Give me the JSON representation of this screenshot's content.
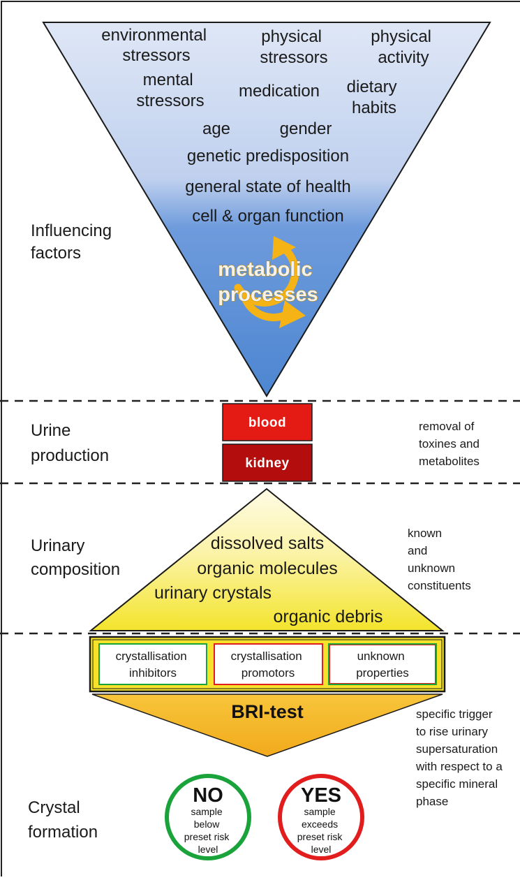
{
  "influencing_factors": {
    "label": [
      "Influencing",
      "factors"
    ],
    "factors": {
      "environmental_stressors": [
        "environmental",
        "stressors"
      ],
      "physical_stressors": [
        "physical",
        "stressors"
      ],
      "physical_activity": [
        "physical",
        "activity"
      ],
      "mental_stressors": [
        "mental",
        "stressors"
      ],
      "medication": "medication",
      "dietary_habits": [
        "dietary",
        "habits"
      ],
      "age": "age",
      "gender": "gender",
      "genetic_predisposition": "genetic predisposition",
      "general_state_of_health": "general state of health",
      "cell_organ_function": "cell & organ function"
    },
    "metabolic_processes": [
      "metabolic",
      "processes"
    ]
  },
  "urine_production": {
    "label": [
      "Urine",
      "production"
    ],
    "blood": "blood",
    "kidney": "kidney",
    "note": [
      "removal of",
      "toxines and",
      "metabolites"
    ]
  },
  "urinary_composition": {
    "label": [
      "Urinary",
      "composition"
    ],
    "items": {
      "dissolved_salts": "dissolved salts",
      "organic_molecules": "organic molecules",
      "urinary_crystals": "urinary crystals",
      "organic_debris": "organic debris"
    },
    "note": [
      "known",
      "and",
      "unknown",
      "constituents"
    ]
  },
  "crystal_formation": {
    "label": [
      "Crystal",
      "formation"
    ],
    "boxes": {
      "inhibitors": [
        "crystallisation",
        "inhibitors"
      ],
      "promotors": [
        "crystallisation",
        "promotors"
      ],
      "unknown": [
        "unknown",
        "properties"
      ]
    },
    "test": "BRI-test",
    "note": [
      "specific trigger",
      "to rise urinary",
      "supersaturation",
      "with respect to a",
      "specific mineral",
      "phase"
    ],
    "no": {
      "title": "NO",
      "lines": [
        "sample",
        "below",
        "preset risk",
        "level"
      ]
    },
    "yes": {
      "title": "YES",
      "lines": [
        "sample",
        "exceeds",
        "preset risk",
        "level"
      ]
    }
  },
  "colors": {
    "triangle_top": "#dfe7f6",
    "triangle_bottom": "#4d86d1",
    "blood": "#e41b14",
    "kidney": "#b30d0d",
    "composition_top": "#fffbe4",
    "composition_bottom": "#f4e42c",
    "bri": "#f5b82a",
    "arrow": "#f5b316",
    "no_ring": "#1aa33a",
    "yes_ring": "#e21d1d"
  }
}
